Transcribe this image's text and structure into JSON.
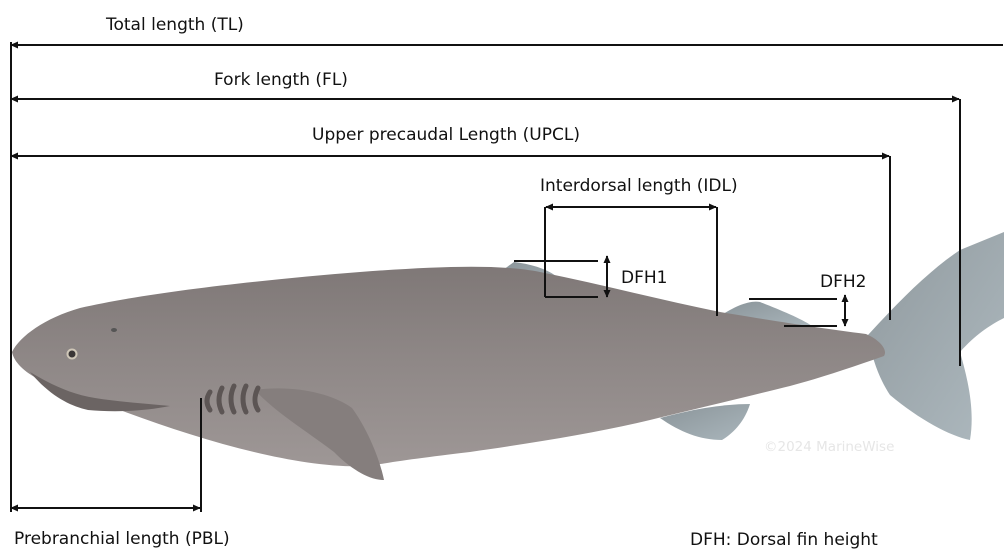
{
  "labels": {
    "total_length": "Total length (TL)",
    "fork_length": "Fork length (FL)",
    "upper_precaudal_length": "Upper precaudal Length (UPCL)",
    "interdorsal_length": "Interdorsal length (IDL)",
    "dfh1": "DFH1",
    "dfh2": "DFH2",
    "prebranchial_length": "Prebranchial length (PBL)",
    "legend_dfh": "DFH: Dorsal fin height"
  },
  "watermark": "©2024 MarineWise",
  "colors": {
    "line": "#111111",
    "shark_body": "#8c8484",
    "shark_belly": "#a39c9b",
    "shark_fin": "#8a9aa3"
  }
}
